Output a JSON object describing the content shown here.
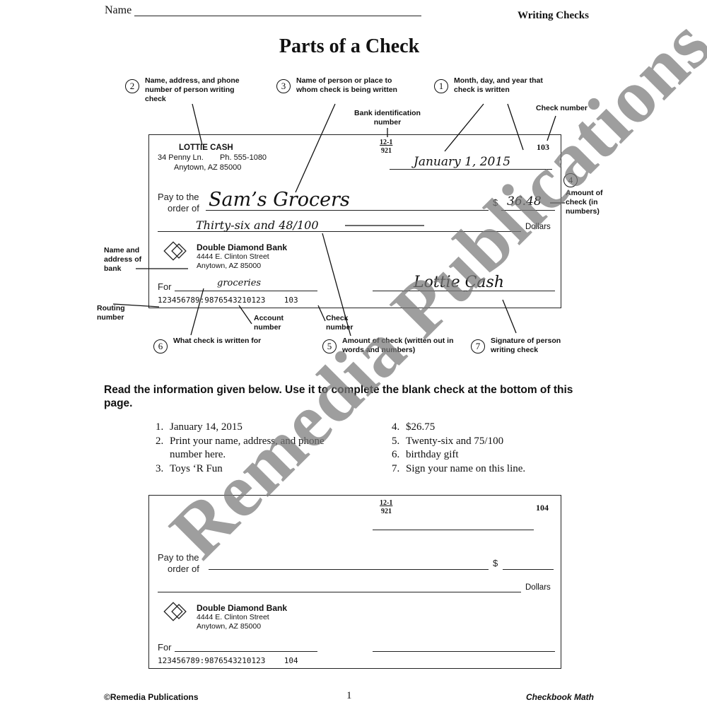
{
  "header": {
    "name_label": "Name",
    "section": "Writing Checks"
  },
  "title": "Parts of a Check",
  "callouts": {
    "c1": {
      "num": "1",
      "text": "Month, day, and year that check is written"
    },
    "c2": {
      "num": "2",
      "text": "Name, address, and phone number of person writing check"
    },
    "c3": {
      "num": "3",
      "text": "Name of person or place to whom check is being written"
    },
    "c4": {
      "num": "4",
      "text": "Amount of check (in numbers)"
    },
    "c5": {
      "num": "5",
      "text": "Amount of check (written out in words and numbers)"
    },
    "c6": {
      "num": "6",
      "text": "What check is written for"
    },
    "c7": {
      "num": "7",
      "text": "Signature of person writing check"
    },
    "bank_id": "Bank identification number",
    "check_number": "Check number",
    "bank_name_addr": "Name and address of bank",
    "routing": "Routing number",
    "account": "Account number",
    "check_num2": "Check number"
  },
  "sample_check": {
    "owner_name": "LOTTIE CASH",
    "owner_addr1": "34 Penny Ln.",
    "owner_phone": "Ph. 555-1080",
    "owner_addr2": "Anytown, AZ 85000",
    "bank_code_top": "12-1",
    "bank_code_bottom": "921",
    "number": "103",
    "date": "January 1, 2015",
    "pay_to_1": "Pay to the",
    "pay_to_2": "order of",
    "payee": "Sam’s Grocers",
    "dollar_sign": "$",
    "amount": "36.48",
    "amount_words": "Thirty-six and 48/100",
    "dollars": "Dollars",
    "bank_name": "Double Diamond Bank",
    "bank_addr1": "4444 E. Clinton Street",
    "bank_addr2": "Anytown, AZ 85000",
    "for_label": "For",
    "memo": "groceries",
    "signature": "Lottie Cash",
    "micr": "123456789:9876543210123    103"
  },
  "instructions": "Read the information given below. Use it to complete the blank check at the bottom of this page.",
  "list_left": [
    {
      "n": "1.",
      "text": "January 14, 2015"
    },
    {
      "n": "2.",
      "text": "Print your name, address, and phone"
    },
    {
      "n": "",
      "text": "number here."
    },
    {
      "n": "3.",
      "text": "Toys ‘R Fun"
    }
  ],
  "list_right": [
    {
      "n": "4.",
      "text": "$26.75"
    },
    {
      "n": "5.",
      "text": "Twenty-six and 75/100"
    },
    {
      "n": "6.",
      "text": "birthday gift"
    },
    {
      "n": "7.",
      "text": "Sign your name on this line."
    }
  ],
  "blank_check": {
    "bank_code_top": "12-1",
    "bank_code_bottom": "921",
    "number": "104",
    "pay_to_1": "Pay to the",
    "pay_to_2": "order of",
    "dollar_sign": "$",
    "dollars": "Dollars",
    "bank_name": "Double Diamond Bank",
    "bank_addr1": "4444 E. Clinton Street",
    "bank_addr2": "Anytown, AZ 85000",
    "for_label": "For",
    "micr": "123456789:9876543210123    104"
  },
  "footer": {
    "left": "©Remedia Publications",
    "page": "1",
    "right": "Checkbook Math"
  },
  "watermark": "Remedia Publications"
}
